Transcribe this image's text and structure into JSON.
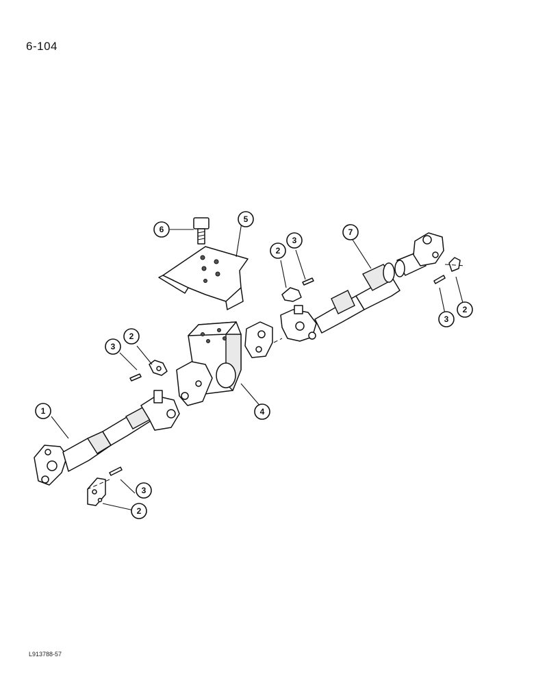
{
  "page": {
    "page_number": "6-104",
    "figure_code": "L913788-57"
  },
  "callouts": [
    {
      "id": "c1",
      "label": "1"
    },
    {
      "id": "c2a",
      "label": "2"
    },
    {
      "id": "c3a",
      "label": "3"
    },
    {
      "id": "c2b",
      "label": "2"
    },
    {
      "id": "c3b",
      "label": "3"
    },
    {
      "id": "c4",
      "label": "4"
    },
    {
      "id": "c5",
      "label": "5"
    },
    {
      "id": "c6",
      "label": "6"
    },
    {
      "id": "c2c",
      "label": "2"
    },
    {
      "id": "c3c",
      "label": "3"
    },
    {
      "id": "c7",
      "label": "7"
    },
    {
      "id": "c3d",
      "label": "3"
    },
    {
      "id": "c2d",
      "label": "2"
    }
  ]
}
